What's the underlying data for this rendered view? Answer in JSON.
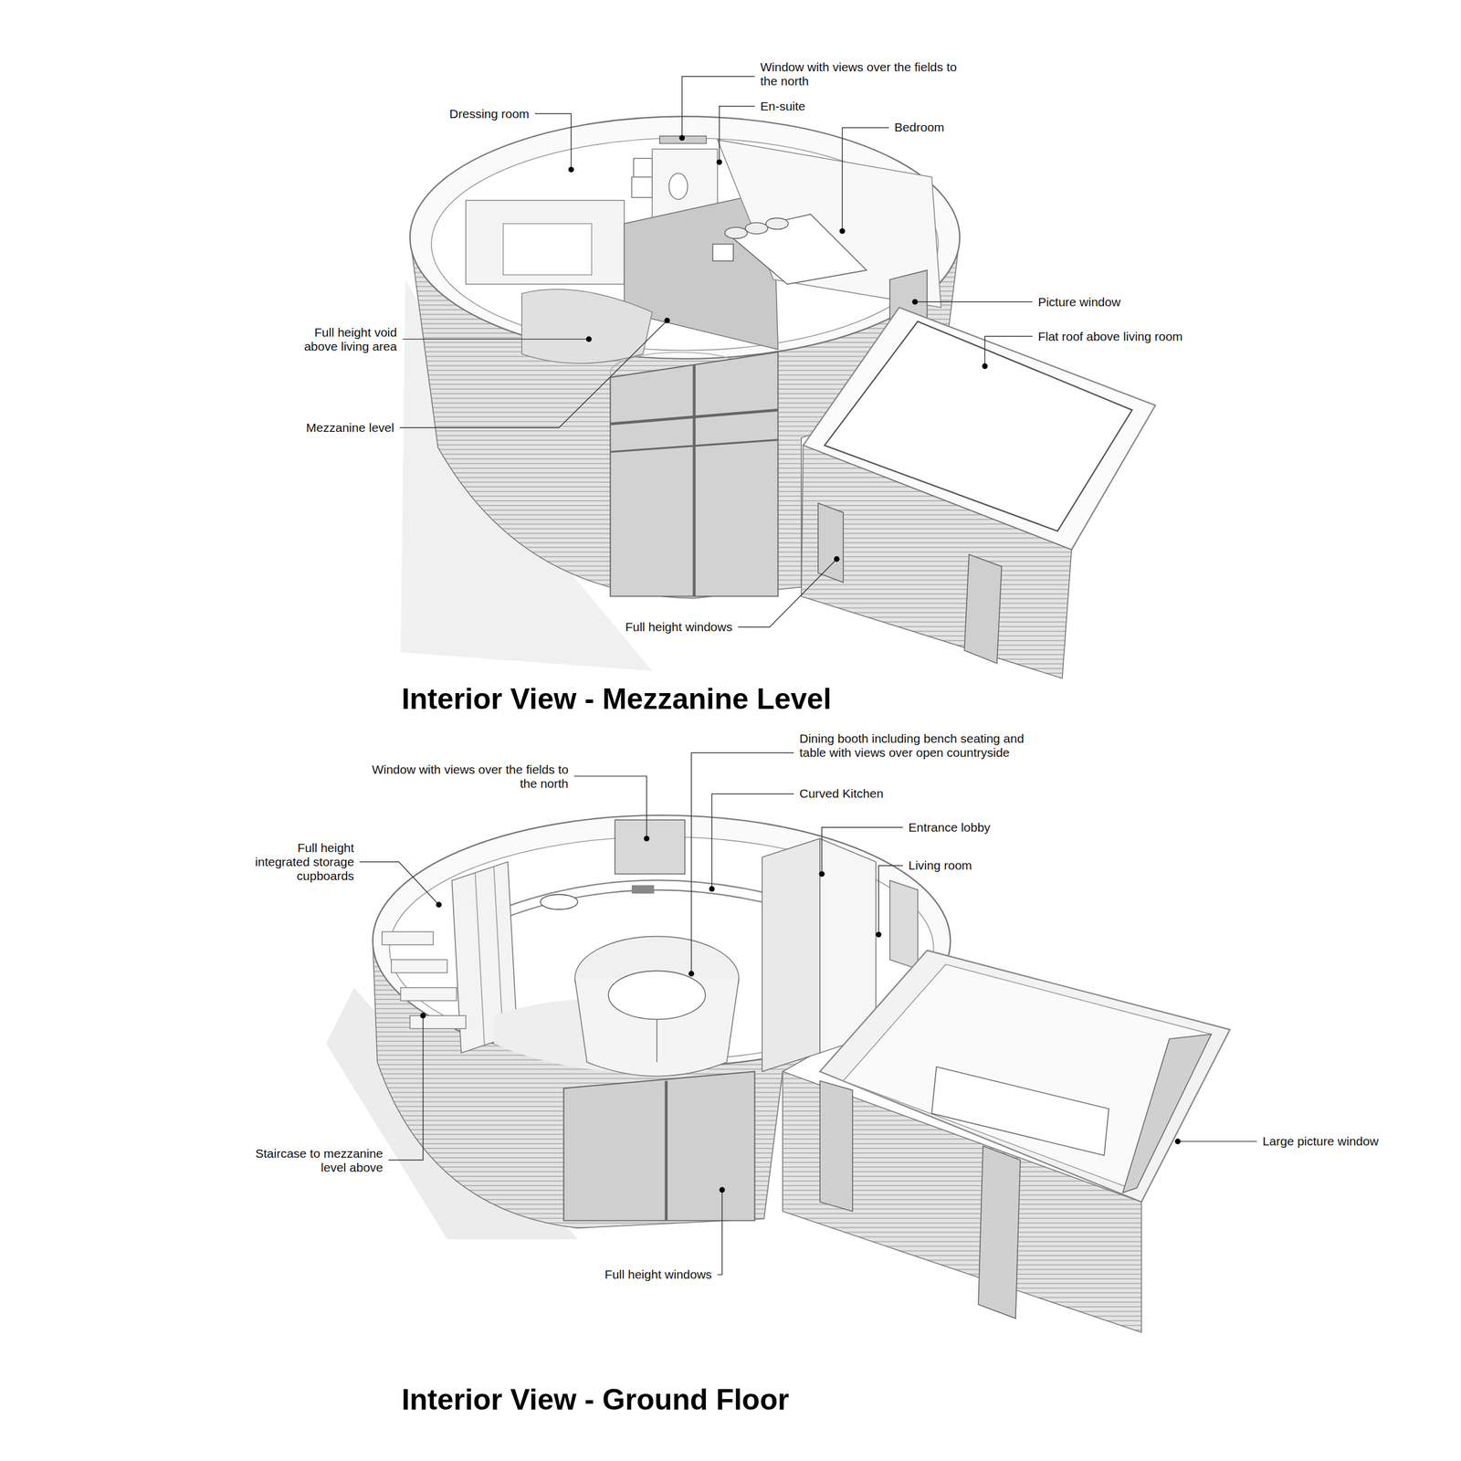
{
  "diagram": {
    "labels": [
      "Window with views over the fields to the north",
      "En-suite",
      "Bedroom",
      "Dressing room",
      "Picture window",
      "Flat roof above living room",
      "Full height void above living area",
      "Mezzanine level",
      "Full height windows",
      "Interior View - Mezzanine Level",
      "Dining booth including bench seating and table with views over open countryside",
      "Window with views over the fields to the north",
      "Curved Kitchen",
      "Entrance lobby",
      "Living room",
      "Full height integrated storage cupboards",
      "Staircase to mezzanine level above",
      "Large picture window",
      "Full height windows",
      "Interior View - Ground Floor"
    ]
  }
}
